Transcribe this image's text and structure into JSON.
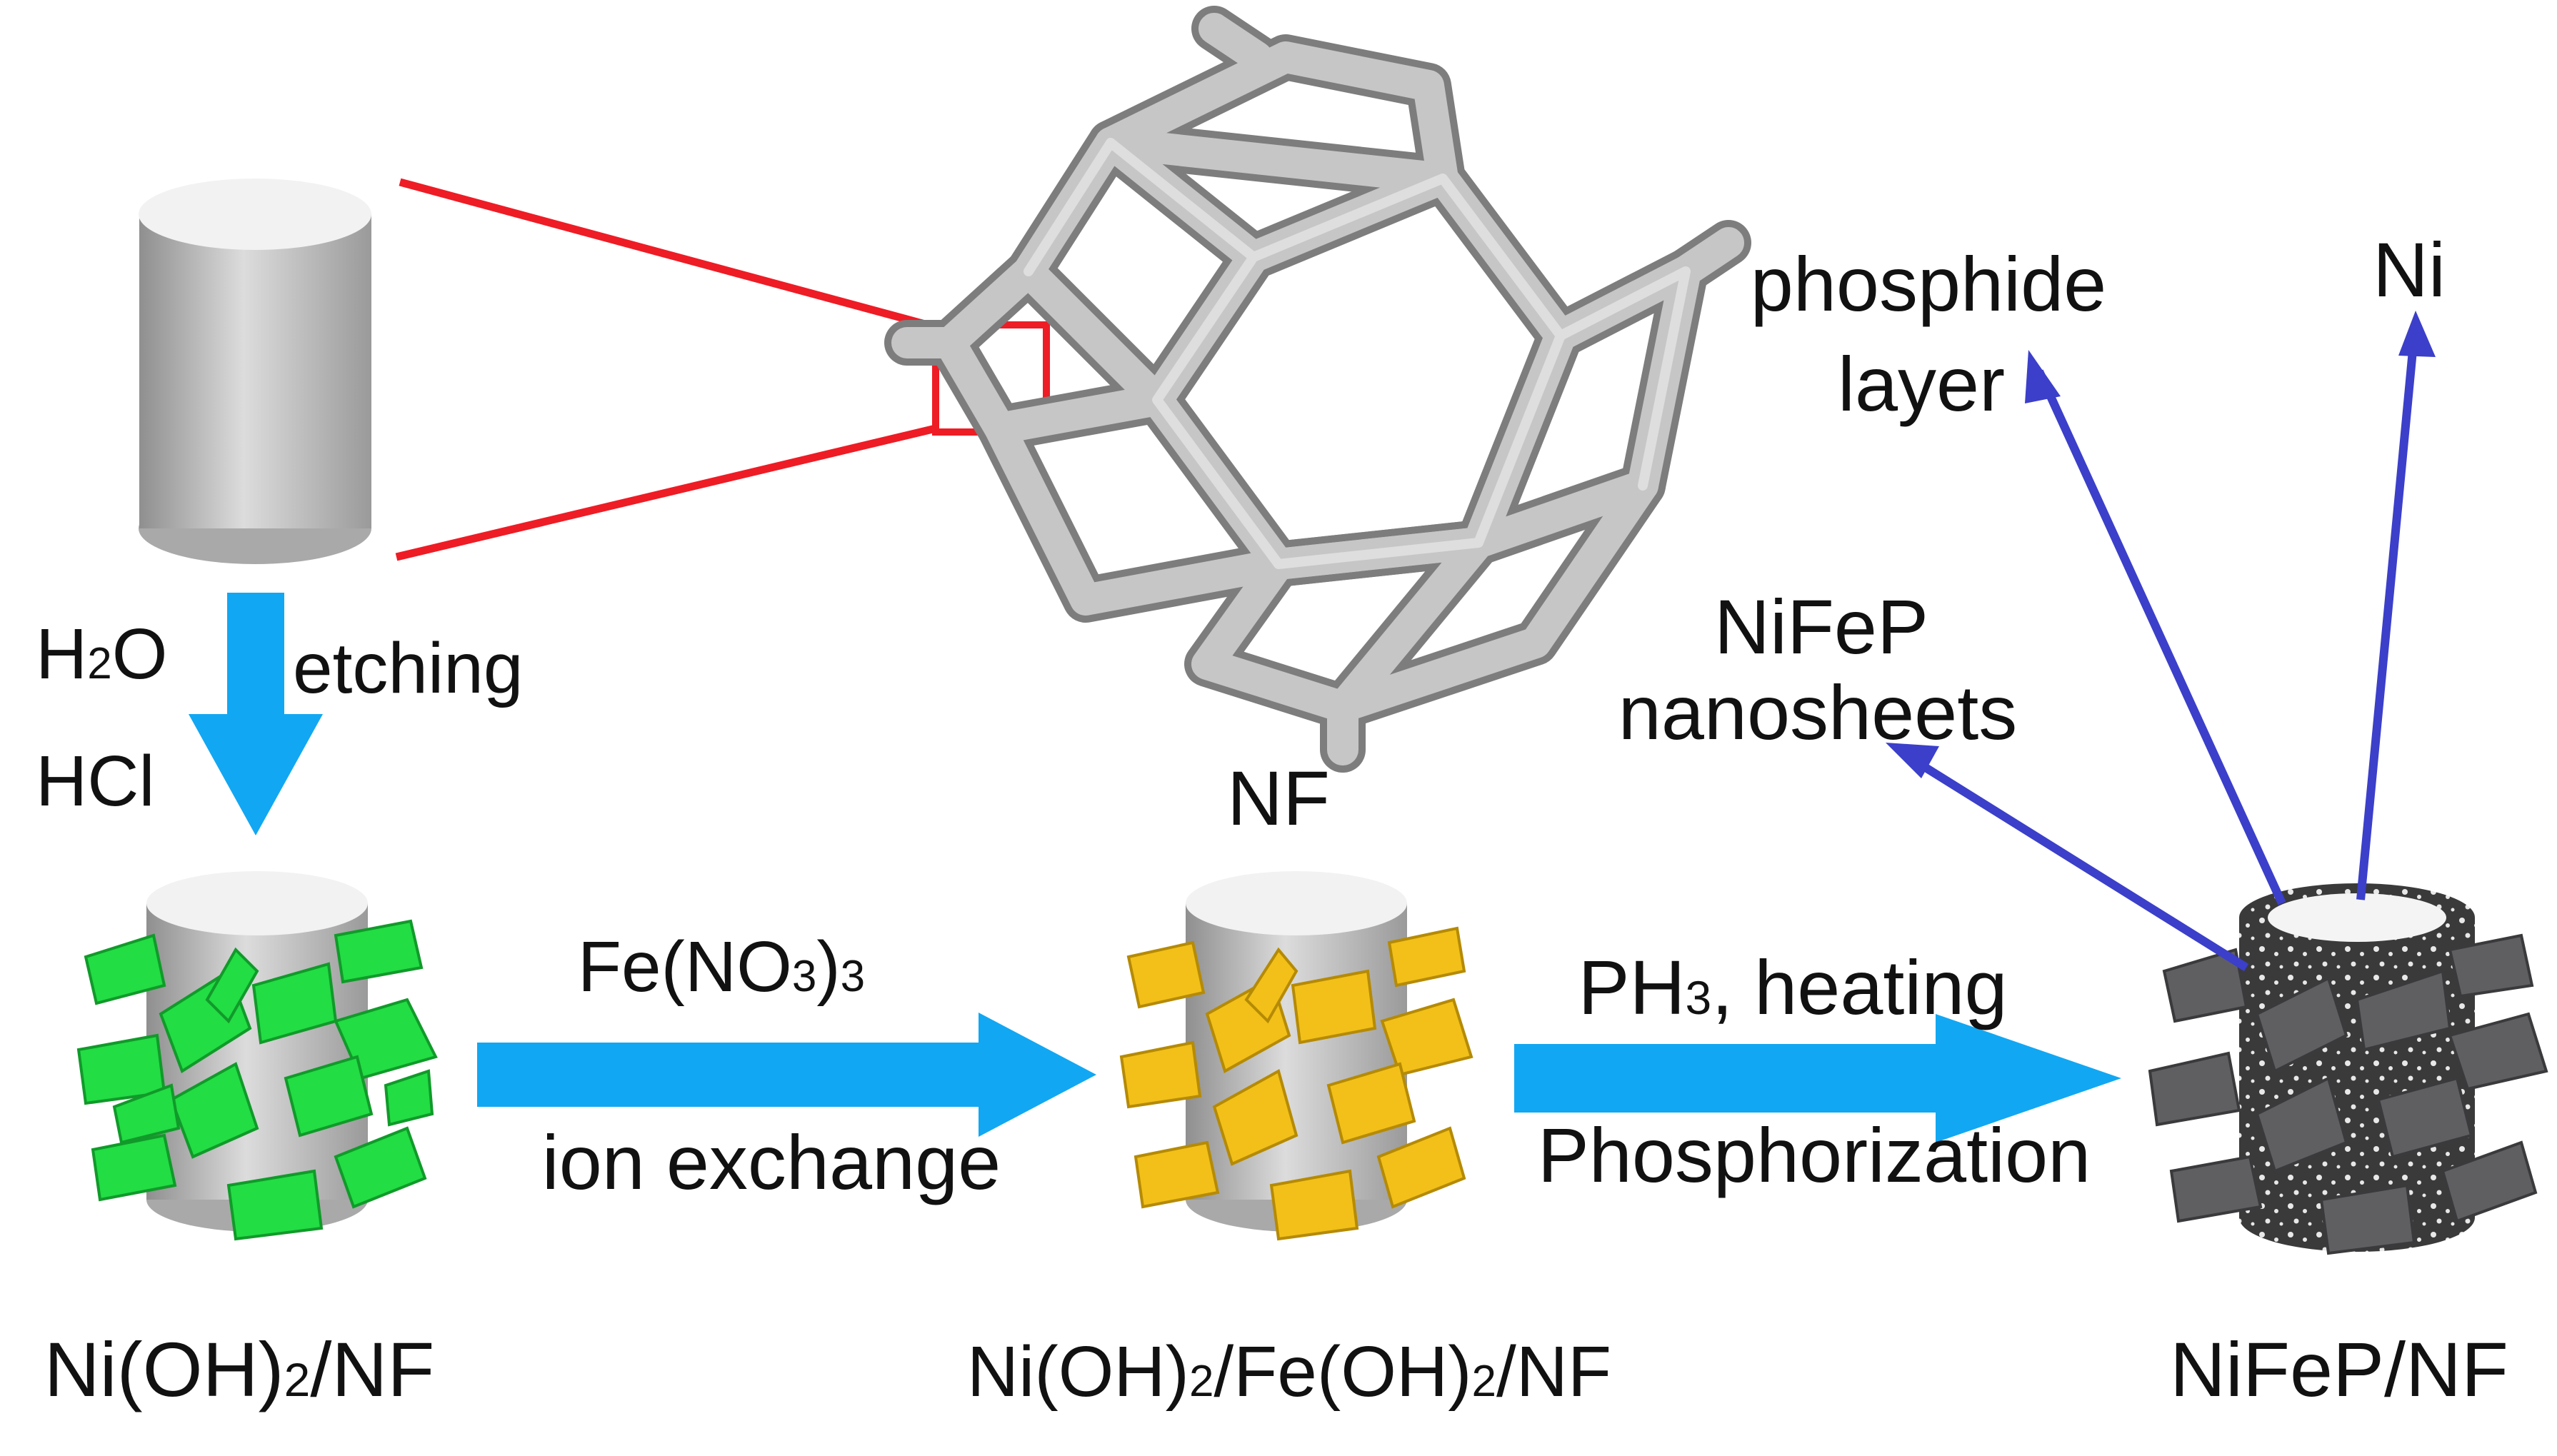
{
  "colors": {
    "arrow_process": "#12a7f2",
    "arrow_pointer": "#3b3fc9",
    "zoom_outline": "#ee1c25",
    "green_sheets": "#22dd44",
    "yellow_sheets": "#f2c018",
    "gray_sheets": "#5f5f62",
    "cylinder": "#c9c9c9"
  },
  "labels": {
    "etching": "etching",
    "nf": "NF",
    "phosphide_line1": "phosphide",
    "phosphide_line2": "layer",
    "ni": "Ni",
    "nifep_line1": "NiFeP",
    "nifep_line2": "nanosheets",
    "fe_prefix": "Fe(NO",
    "fe_sub": "3",
    "fe_close": ")",
    "fe_sub2": "3",
    "ion_exchange": "ion exchange",
    "ph_prefix": "PH",
    "ph_sub": "3",
    "ph_suffix": ", heating",
    "phosphorization": "Phosphorization",
    "h2o_prefix": "H",
    "h2o_sub": "2",
    "h2o_suffix": "O",
    "hcl": "HCl",
    "s1_prefix": "Ni(OH)",
    "s1_sub": "2",
    "s1_suffix": "/NF",
    "s2_prefix": "Ni(OH)",
    "s2_sub": "2",
    "s2_mid": "/Fe(OH)",
    "s2_sub2": "2",
    "s2_suffix": "/NF",
    "s3": "NiFeP/NF"
  }
}
